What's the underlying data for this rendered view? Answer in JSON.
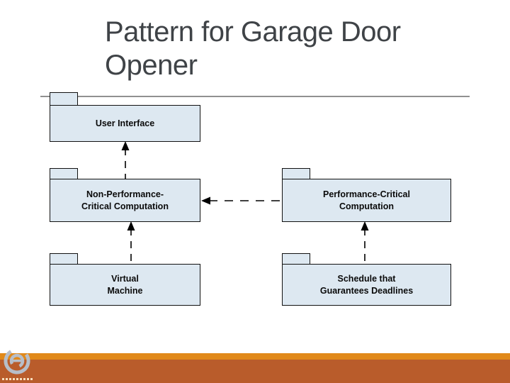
{
  "slide": {
    "title_lines": [
      "Pattern for Garage Door",
      "Opener"
    ]
  },
  "diagram": {
    "type": "uml-package-diagram",
    "packages": [
      {
        "id": "user-interface",
        "label": "User Interface"
      },
      {
        "id": "non-performance-critical-computation",
        "label": "Non-Performance-\nCritical Computation"
      },
      {
        "id": "performance-critical-computation",
        "label": "Performance-Critical\nComputation"
      },
      {
        "id": "virtual-machine",
        "label": "Virtual\nMachine"
      },
      {
        "id": "schedule-that-guarantees-deadlines",
        "label": "Schedule that\nGuarantees Deadlines"
      }
    ],
    "connections": [
      {
        "from": "non-performance-critical-computation",
        "to": "user-interface",
        "style": "dashed-dependency-arrow",
        "direction": "up"
      },
      {
        "from": "performance-critical-computation",
        "to": "non-performance-critical-computation",
        "style": "dashed-dependency-arrow",
        "direction": "left"
      },
      {
        "from": "virtual-machine",
        "to": "non-performance-critical-computation",
        "style": "dashed-dependency-arrow",
        "direction": "up"
      },
      {
        "from": "schedule-that-guarantees-deadlines",
        "to": "performance-critical-computation",
        "style": "dashed-dependency-arrow",
        "direction": "up"
      }
    ]
  },
  "colors": {
    "title_text": "#3f4347",
    "divider": "#909090",
    "package_fill": "#dde8f1",
    "package_border": "#111111",
    "package_text": "#0a0a0a",
    "arrow": "#000000",
    "footer_stripe": "#e1891a",
    "footer_band": "#b95c2b",
    "logo_silver": "#b7bec9"
  },
  "footer": {
    "logo": "circular-swirl-emblem"
  }
}
